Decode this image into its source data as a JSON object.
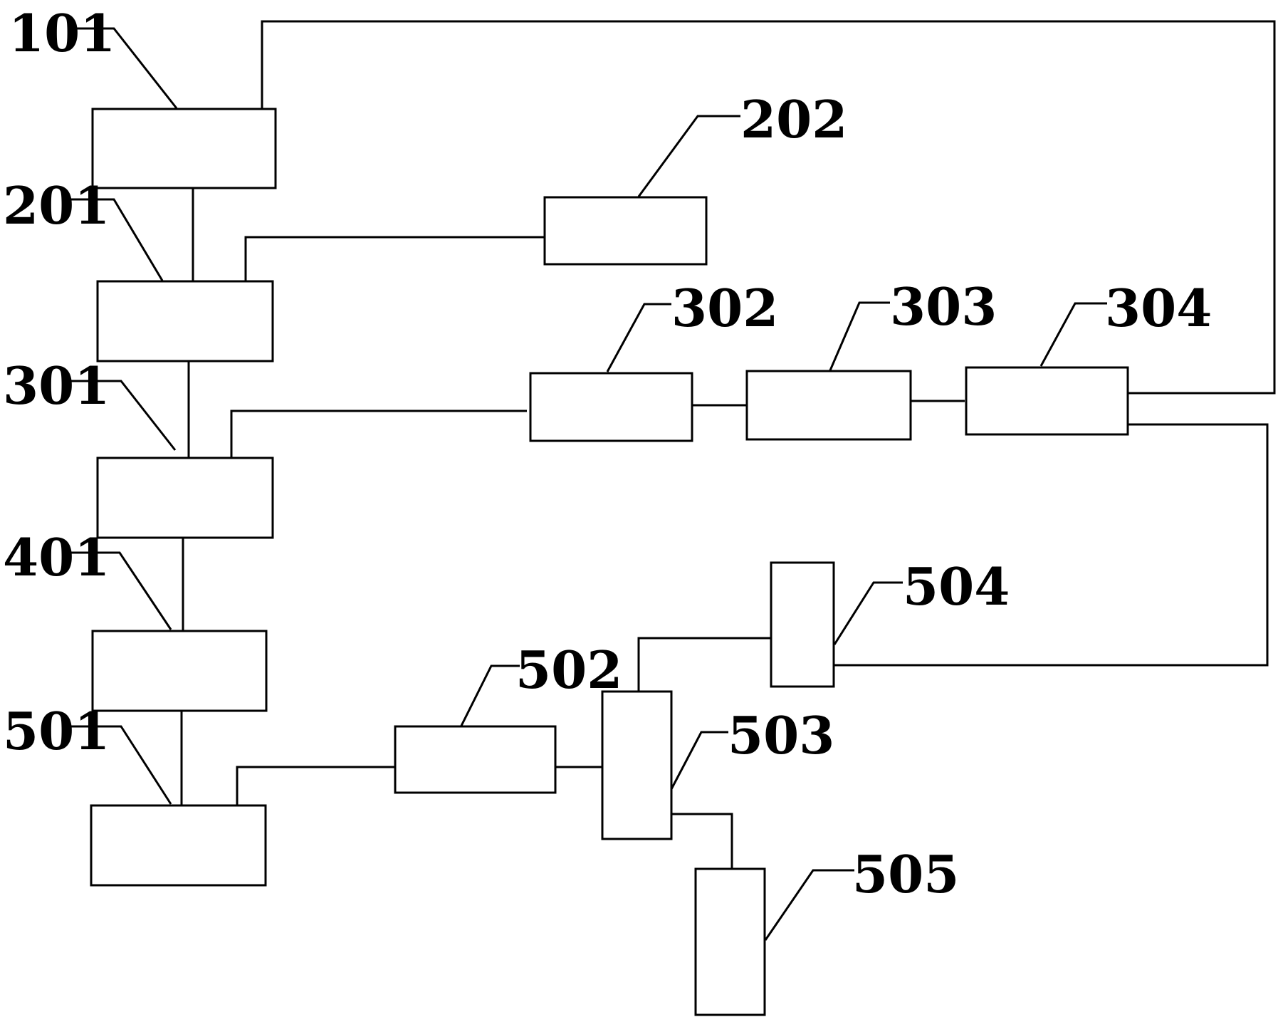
{
  "diagram": {
    "labels": {
      "l101": "101",
      "l201": "201",
      "l202": "202",
      "l301": "301",
      "l302": "302",
      "l303": "303",
      "l304": "304",
      "l401": "401",
      "l501": "501",
      "l502": "502",
      "l503": "503",
      "l504": "504",
      "l505": "505"
    }
  }
}
